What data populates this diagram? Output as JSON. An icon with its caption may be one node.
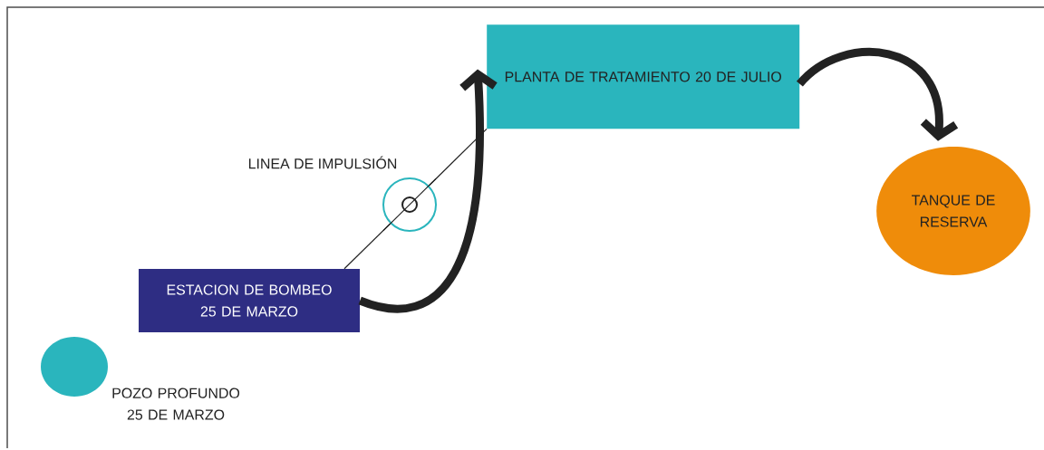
{
  "diagram": {
    "nodes": [
      {
        "text": [
          "POZO PROFUNDO 25 DE MARZO"
        ]
      },
      {
        "text": [
          "ESTACION DE BOMBEO 25 DE MARZO"
        ]
      },
      {
        "text": [
          "PLANTA DE TRATAMIENTO 20 DE JULIO"
        ]
      },
      {
        "text": [
          "TANQUE DE RESERVA"
        ]
      },
      {
        "text": [
          "LINEA DE IMPULSIÓN"
        ]
      }
    ],
    "edges": [
      {
        "from": 1,
        "to": 2,
        "arrow": "to",
        "style": "thick"
      },
      {
        "from": 2,
        "to": 3,
        "arrow": "to",
        "style": "thick"
      },
      {
        "from": 1,
        "to": 4,
        "arrow": "none"
      },
      {
        "from": 4,
        "to": 2,
        "arrow": "none"
      }
    ]
  }
}
